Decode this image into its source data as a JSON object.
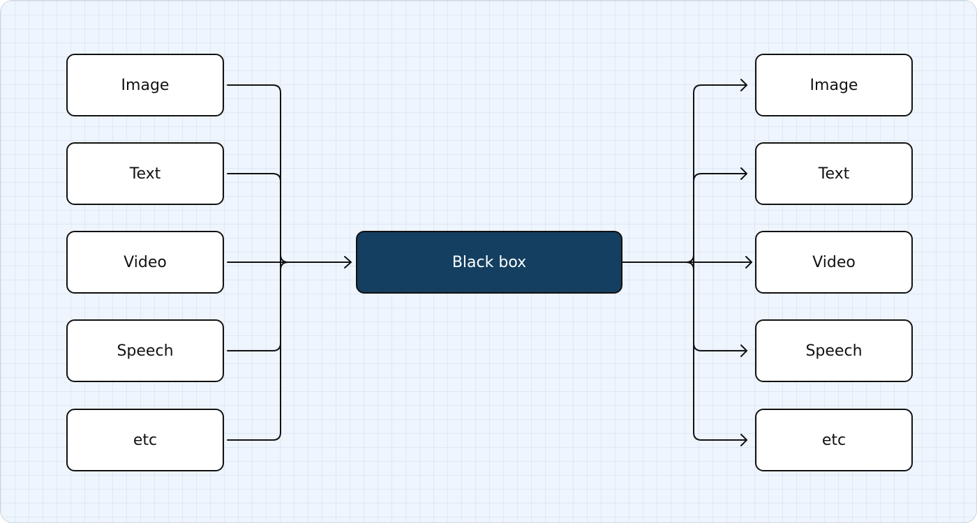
{
  "inputs": [
    "Image",
    "Text",
    "Video",
    "Speech",
    "etc"
  ],
  "outputs": [
    "Image",
    "Text",
    "Video",
    "Speech",
    "etc"
  ],
  "center": {
    "label": "Black box"
  },
  "colors": {
    "center_fill": "#143f60",
    "line": "#111111",
    "background": "#eef5fd"
  }
}
